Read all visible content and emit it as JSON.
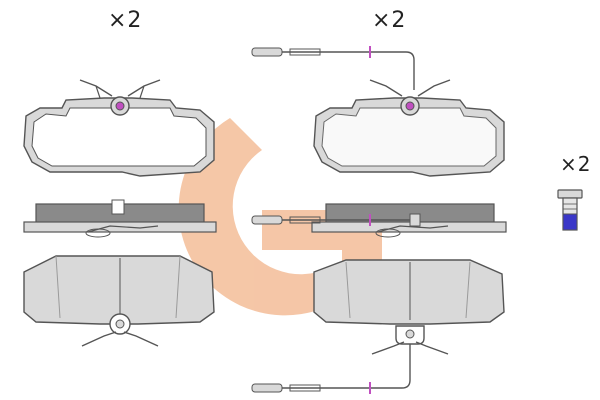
{
  "quantities": {
    "left_set": "×2",
    "right_set": "×2",
    "bolt": "×2"
  },
  "colors": {
    "pad_fill": "#d9d9d9",
    "backplate": "#8a8a8a",
    "outline": "#555555",
    "wire_marker": "#c04fc0",
    "bolt_band": "#3a37c8",
    "watermark_orange": "#f2b48a",
    "watermark_green": "#9ad4a8"
  },
  "icons": [
    "brake-pad-icon",
    "wear-sensor-icon",
    "spring-clip-icon",
    "bolt-icon",
    "logo-watermark-icon"
  ]
}
